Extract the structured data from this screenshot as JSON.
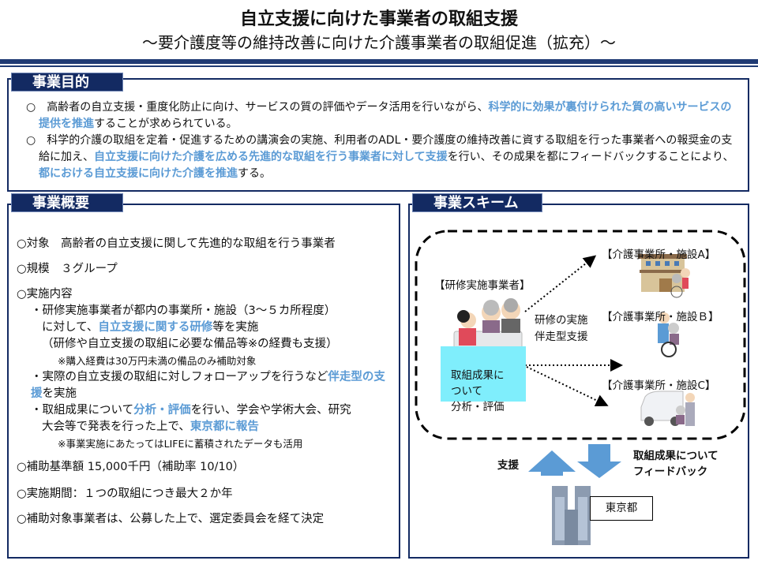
{
  "header": {
    "title": "自立支援に向けた事業者の取組支援",
    "subtitle": "～要介護度等の維持改善に向けた介護事業者の取組促進（拡充）～"
  },
  "purpose": {
    "tab": "事業目的",
    "p1": {
      "bullet": "○",
      "a": "高齢者の自立支援・重度化防止に向け、サービスの質の評価やデータ活用を行いながら、",
      "b": "科学的に効果が裏付けられた質の高いサービスの提供を推進",
      "c": "することが求められている。"
    },
    "p2": {
      "bullet": "○",
      "a": "科学的介護の取組を定着・促進するための講演会の実施、利用者のADL・要介護度の維持改善に資する取組を行った事業者への報奨金の支給に加え、",
      "b": "自立支援に向けた介護を広める先進的な取組を行う事業者に対して支援",
      "c": "を行い、その成果を都にフィードバックすることにより、",
      "d": "都における自立支援に向けた介護を推進",
      "e": "する。"
    }
  },
  "overview": {
    "tab": "事業概要",
    "target": "○対象　高齢者の自立支援に関して先進的な取組を行う事業者",
    "scale": "○規模　３グループ",
    "content": "○実施内容",
    "b1": {
      "a": "・研修実施事業者が都内の事業所・施設（3～５カ所程度）",
      "b": "に対して、",
      "c": "自立支援に関する研修",
      "d": "等を実施",
      "e": "（研修や自立支援の取組に必要な備品等※の経費も支援）",
      "f": "※購入経費は30万円未満の備品のみ補助対象"
    },
    "b2": {
      "a": "・実際の自立支援の取組に対しフォローアップを行うなど",
      "b": "伴走型の支援",
      "c": "を実施"
    },
    "b3": {
      "a": "・取組成果について",
      "b": "分析・評価",
      "c": "を行い、学会や学術大会、研究",
      "d": "大会等で発表を行った上で、",
      "e": "東京都に報告",
      "f": "※事業実施にあたってはLIFEに蓄積されたデータも活用"
    },
    "amount": "○補助基準額 15,000千円（補助率 10/10）",
    "period": "○実施期間：１つの取組につき最大２か年",
    "selection": "○補助対象事業者は、公募した上で、選定委員会を経て決定"
  },
  "scheme": {
    "tab": "事業スキーム",
    "provider": "【研修実施事業者】",
    "facility_a": "【介護事業所・施設A】",
    "facility_b": "【介護事業所・施設Ｂ】",
    "facility_c": "【介護事業所・施設C】",
    "arrow_label_1": "研修の実施",
    "arrow_label_2": "伴走型支援",
    "result_box": [
      "取組成果に",
      "ついて",
      "分析・評価"
    ],
    "support": "支援",
    "feedback_1": "取組成果について",
    "feedback_2": "フィードバック",
    "tokyo": "東京都"
  },
  "colors": {
    "navy": "#132a62",
    "emphasis": "#5b9bd5",
    "cyan_box": "#7feefc",
    "arrow": "#5b9bd5"
  }
}
